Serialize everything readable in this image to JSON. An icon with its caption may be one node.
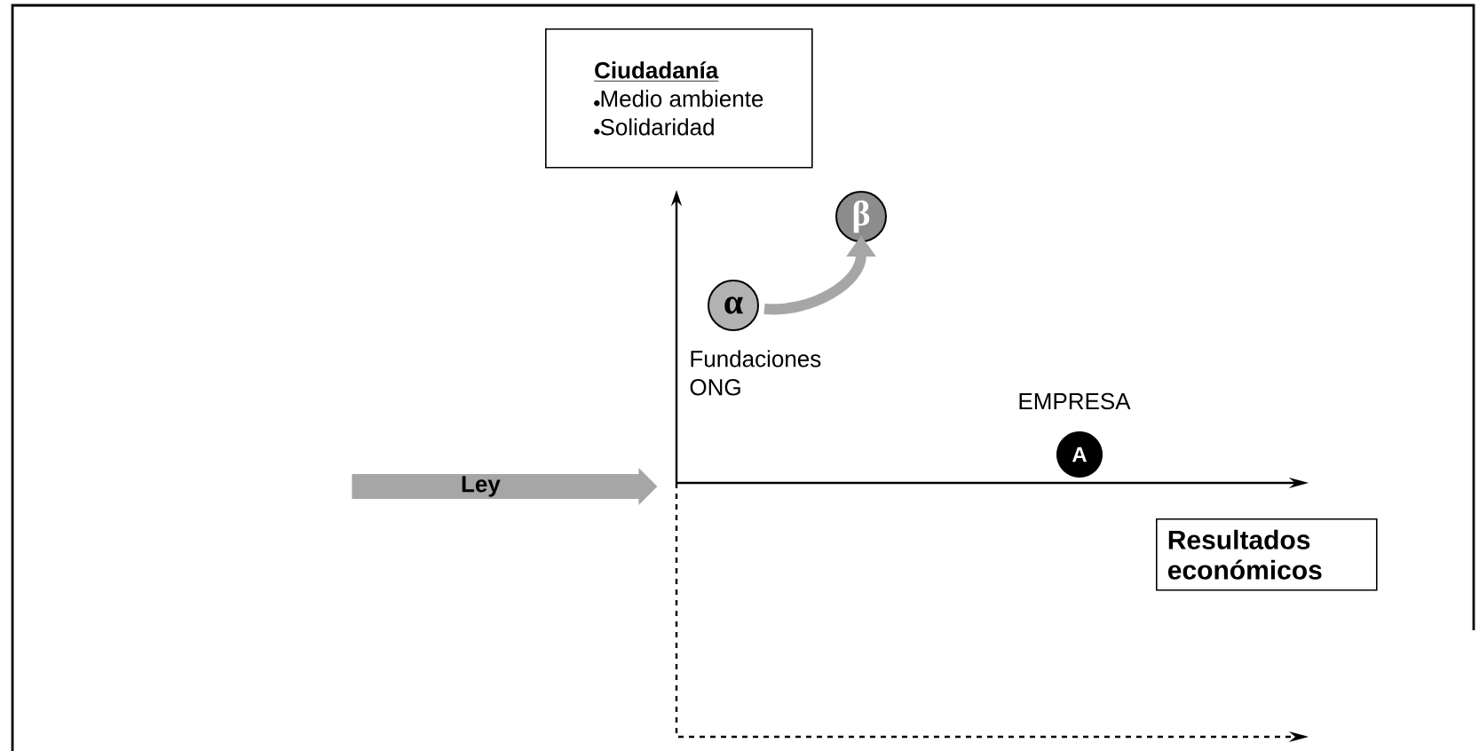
{
  "diagram": {
    "nodes": [
      {
        "text": [
          "Ciudadanía",
          "Medio ambiente",
          "Solidaridad"
        ]
      },
      {
        "text": [
          "α"
        ],
        "beside": [
          "Fundaciones ONG"
        ]
      },
      {
        "text": [
          "β"
        ]
      },
      {
        "text": [
          "A"
        ],
        "beside": [
          "EMPRESA"
        ]
      },
      {
        "text": [
          "Ley"
        ]
      },
      {
        "text": [
          "Resultados económicos"
        ]
      }
    ],
    "edges": [
      {
        "from": 1,
        "to": 2,
        "arrow": "to",
        "color": "#a6a6a6"
      }
    ]
  }
}
